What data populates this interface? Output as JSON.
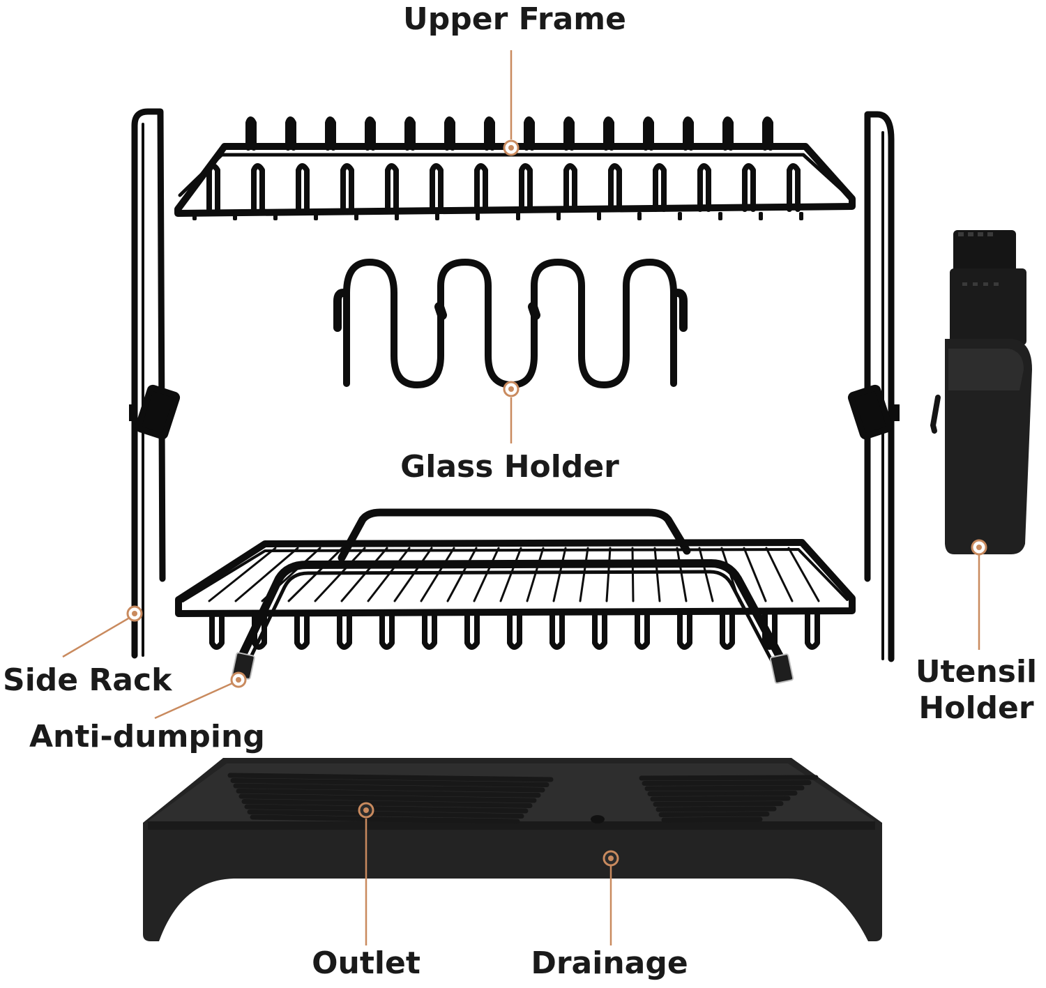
{
  "labels": {
    "upper_frame": "Upper Frame",
    "glass_holder": "Glass Holder",
    "side_rack": "Side Rack",
    "anti_dumping": "Anti-dumping",
    "utensil_line1": "Utensil",
    "utensil_line2": "Holder",
    "outlet": "Outlet",
    "drainage": "Drainage"
  },
  "colors": {
    "metal": "#0d0d0d",
    "tray": "#232323",
    "tray_inner": "#2e2e2e",
    "leader": "#c98a5e",
    "text": "#1a1a1a"
  }
}
